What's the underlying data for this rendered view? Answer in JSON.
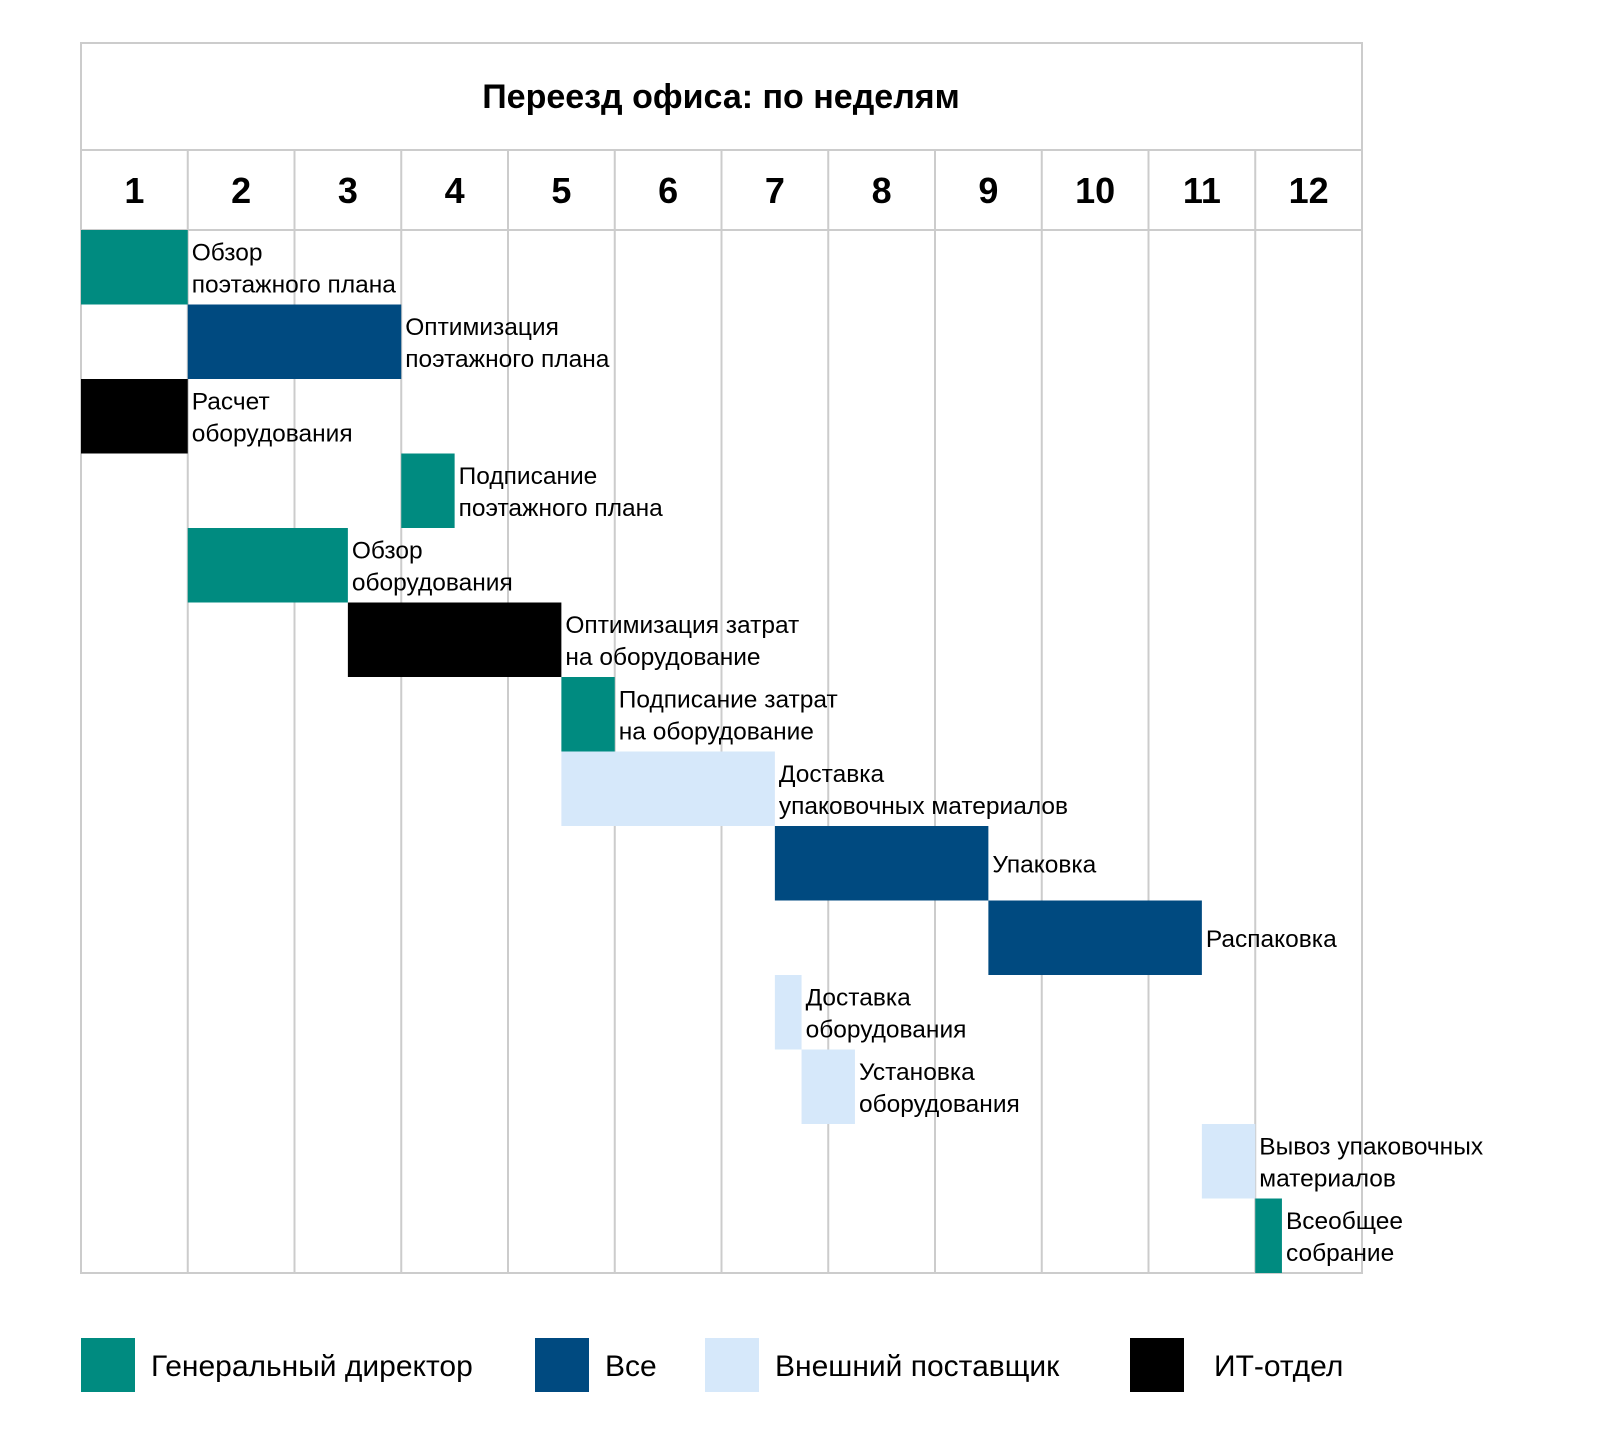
{
  "chart_data": {
    "type": "gantt",
    "title": "Переезд офиса: по неделям",
    "x_unit": "неделя",
    "xlim": [
      1,
      13
    ],
    "weeks": [
      "1",
      "2",
      "3",
      "4",
      "5",
      "6",
      "7",
      "8",
      "9",
      "10",
      "11",
      "12"
    ],
    "roles": [
      {
        "key": "ceo",
        "name": "Генеральный директор",
        "color": "#008B80"
      },
      {
        "key": "all",
        "name": "Все",
        "color": "#004A80"
      },
      {
        "key": "vendor",
        "name": "Внешний поставщик",
        "color": "#D6E8FA"
      },
      {
        "key": "it",
        "name": "ИТ-отдел",
        "color": "#000000"
      }
    ],
    "tasks": [
      {
        "label": [
          "Обзор",
          "поэтажного плана"
        ],
        "role": "ceo",
        "start": 1.0,
        "end": 2.0
      },
      {
        "label": [
          "Оптимизация",
          "поэтажного плана"
        ],
        "role": "all",
        "start": 2.0,
        "end": 4.0
      },
      {
        "label": [
          "Расчет",
          "оборудования"
        ],
        "role": "it",
        "start": 1.0,
        "end": 2.0
      },
      {
        "label": [
          "Подписание",
          "поэтажного плана"
        ],
        "role": "ceo",
        "start": 4.0,
        "end": 4.5
      },
      {
        "label": [
          "Обзор",
          "оборудования"
        ],
        "role": "ceo",
        "start": 2.0,
        "end": 3.5
      },
      {
        "label": [
          "Оптимизация затрат",
          "на оборудование"
        ],
        "role": "it",
        "start": 3.5,
        "end": 5.5
      },
      {
        "label": [
          "Подписание затрат",
          "на оборудование"
        ],
        "role": "ceo",
        "start": 5.5,
        "end": 6.0
      },
      {
        "label": [
          "Доставка",
          "упаковочных материалов"
        ],
        "role": "vendor",
        "start": 5.5,
        "end": 7.5
      },
      {
        "label": [
          "Упаковка"
        ],
        "role": "all",
        "start": 7.5,
        "end": 9.5
      },
      {
        "label": [
          "Распаковка"
        ],
        "role": "all",
        "start": 9.5,
        "end": 11.5
      },
      {
        "label": [
          "Доставка",
          "оборудования"
        ],
        "role": "vendor",
        "start": 7.5,
        "end": 7.75
      },
      {
        "label": [
          "Установка",
          "оборудования"
        ],
        "role": "vendor",
        "start": 7.75,
        "end": 8.25
      },
      {
        "label": [
          "Вывоз упаковочных",
          "материалов"
        ],
        "role": "vendor",
        "start": 11.5,
        "end": 12.0
      },
      {
        "label": [
          "Всеобщее",
          "собрание"
        ],
        "role": "ceo",
        "start": 12.0,
        "end": 12.25
      }
    ]
  }
}
